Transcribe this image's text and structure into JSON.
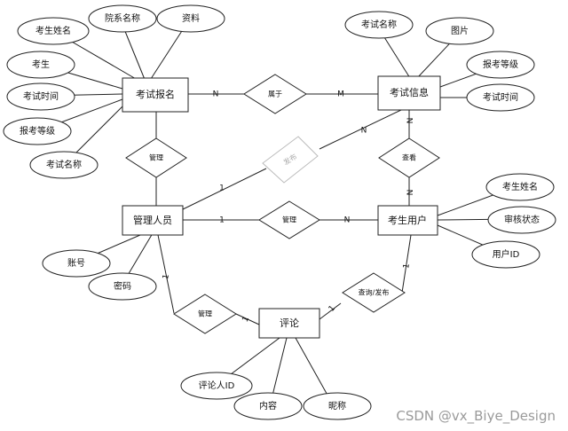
{
  "entities": {
    "exam_registration": "考试报名",
    "exam_info": "考试信息",
    "administrator": "管理人员",
    "candidate_user": "考生用户",
    "comment": "评论"
  },
  "attributes": {
    "exam_registration": [
      "考生姓名",
      "院系名称",
      "资料",
      "考生",
      "考试时间",
      "报考等级",
      "考试名称"
    ],
    "exam_info": [
      "考试名称",
      "图片",
      "报考等级",
      "考试时间"
    ],
    "administrator": [
      "账号",
      "密码"
    ],
    "candidate_user": [
      "考生姓名",
      "审核状态",
      "用户ID"
    ],
    "comment": [
      "评论人ID",
      "内容",
      "昵称"
    ]
  },
  "relationships": {
    "belongs_to": "属于",
    "manage_reg": "管理",
    "publish_info": "发布",
    "view": "查看",
    "manage_user": "管理",
    "manage_comment": "管理",
    "view_publish": "查询/发布"
  },
  "cardinalities": {
    "reg_n": "N",
    "info_m": "M",
    "info_n": "N",
    "admin_1_publish": "1",
    "info_view_n": "N",
    "user_view_n": "N",
    "admin_1_user": "1",
    "user_n": "N",
    "admin_comment_1": "1",
    "comment_1a": "1",
    "comment_1b": "1",
    "user_comment_1": "1"
  },
  "watermark": "CSDN @vx_Biye_Design"
}
